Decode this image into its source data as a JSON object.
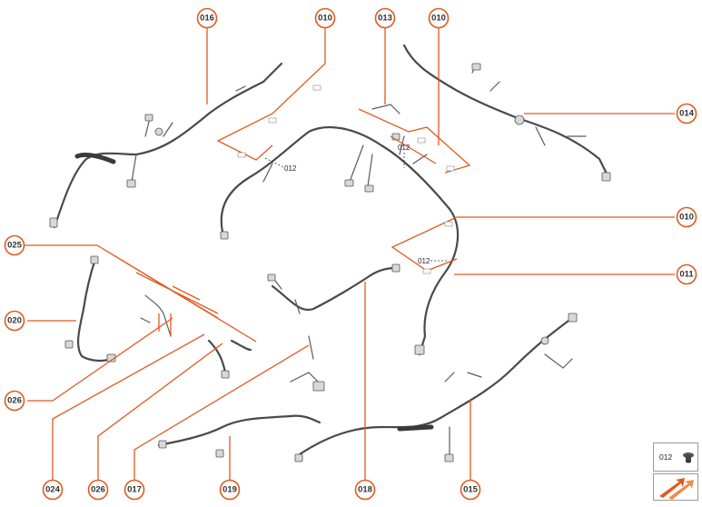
{
  "accent_color": "#e2591e",
  "callouts": [
    "016",
    "010",
    "013",
    "010",
    "014",
    "010",
    "011",
    "025",
    "020",
    "026",
    "024",
    "026",
    "017",
    "019",
    "018",
    "015"
  ],
  "inline_labels": [
    "012",
    "012",
    "012"
  ],
  "legend": {
    "part_number": "012",
    "icon": "grommet-plug-icon",
    "nav_icon": "orange-arrow-navigation-icon"
  }
}
